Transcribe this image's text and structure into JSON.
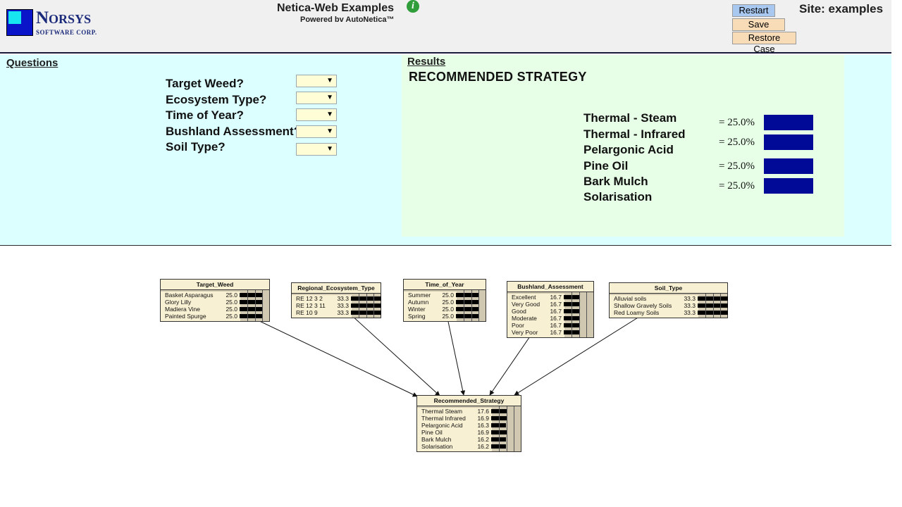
{
  "header": {
    "logo_name": "Norsys",
    "logo_sub": "SOFTWARE CORP.",
    "title": "Netica-Web Examples",
    "info_icon": "i",
    "powered": "Powered bv AutoNetica™",
    "site": "Site: examples",
    "buttons": {
      "restart": "Restart",
      "save": "Save Case",
      "restore": "Restore Case"
    }
  },
  "questions": {
    "title": "Questions",
    "items": [
      {
        "label": "Target Weed?",
        "value": ""
      },
      {
        "label": "Ecosystem Type?",
        "value": ""
      },
      {
        "label": "Time of Year?",
        "value": ""
      },
      {
        "label": "Bushland Assessment?",
        "value": ""
      },
      {
        "label": "Soil Type?",
        "value": ""
      }
    ],
    "dropdown_arrow": "▼"
  },
  "results": {
    "title": "Results",
    "heading": "RECOMMENDED  STRATEGY",
    "strategies": [
      "Thermal - Steam",
      "Thermal - Infrared",
      "Pelargonic Acid",
      "Pine Oil",
      "Bark Mulch",
      "Solarisation"
    ],
    "bars": [
      {
        "text": "=  25.0%",
        "value": 0.25
      },
      {
        "text": "=  25.0%",
        "value": 0.25
      },
      {
        "text": "=  25.0%",
        "value": 0.25
      },
      {
        "text": "=  25.0%",
        "value": 0.25
      }
    ],
    "bar_color": "#000a96"
  },
  "network": {
    "nodes": [
      {
        "name": "Target_Weed",
        "states": [
          [
            "Basket Asparagus",
            "25.0"
          ],
          [
            "Glory Lilly",
            "25.0"
          ],
          [
            "Madiera Vine",
            "25.0"
          ],
          [
            "Painted Spurge",
            "25.0"
          ]
        ]
      },
      {
        "name": "Regional_Ecosystem_Type",
        "states": [
          [
            "RE 12 3 2",
            "33.3"
          ],
          [
            "RE 12 3 11",
            "33.3"
          ],
          [
            "RE 10 9",
            "33.3"
          ]
        ]
      },
      {
        "name": "Time_of_Year",
        "states": [
          [
            "Summer",
            "25.0"
          ],
          [
            "Autumn",
            "25.0"
          ],
          [
            "Winter",
            "25.0"
          ],
          [
            "Spring",
            "25.0"
          ]
        ]
      },
      {
        "name": "Bushland_Assessment",
        "states": [
          [
            "Excellent",
            "16.7"
          ],
          [
            "Very Good",
            "16.7"
          ],
          [
            "Good",
            "16.7"
          ],
          [
            "Moderate",
            "16.7"
          ],
          [
            "Poor",
            "16.7"
          ],
          [
            "Very Poor",
            "16.7"
          ]
        ]
      },
      {
        "name": "Soil_Type",
        "states": [
          [
            "Alluvial soils",
            "33.3"
          ],
          [
            "Shallow Gravely Soils",
            "33.3"
          ],
          [
            "Red Loamy Soils",
            "33.3"
          ]
        ]
      },
      {
        "name": "Recommended_Strategy",
        "states": [
          [
            "Thermal Steam",
            "17.6"
          ],
          [
            "Thermal Infrared",
            "16.9"
          ],
          [
            "Pelargonic Acid",
            "16.3"
          ],
          [
            "Pine Oil",
            "16.9"
          ],
          [
            "Bark Mulch",
            "16.2"
          ],
          [
            "Solarisation",
            "16.2"
          ]
        ]
      }
    ]
  }
}
